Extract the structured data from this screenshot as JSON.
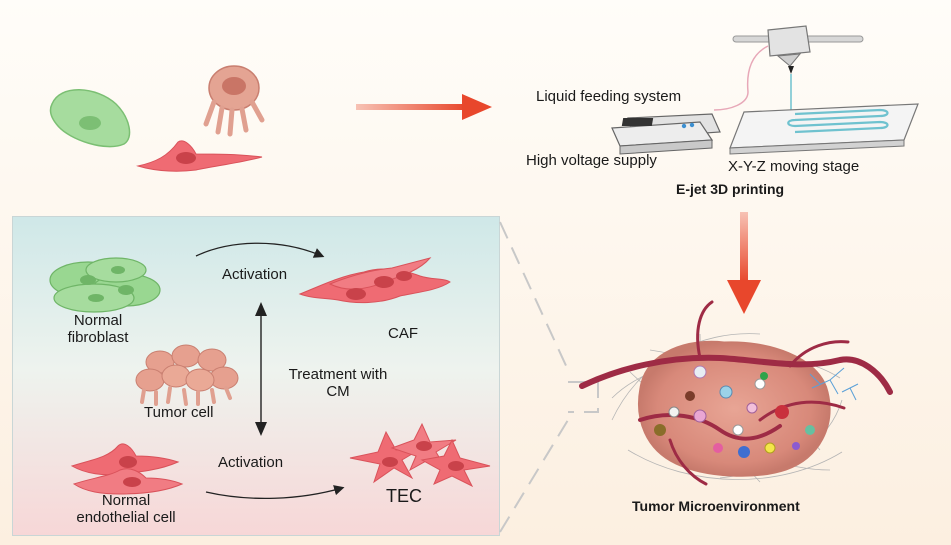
{
  "printer": {
    "liquid_feeding": "Liquid feeding system",
    "high_voltage": "High voltage supply",
    "stage": "X-Y-Z moving stage",
    "title": "E-jet 3D printing"
  },
  "panel": {
    "normal_fibroblast": [
      "Normal",
      "fibroblast"
    ],
    "activation_top": "Activation",
    "caf": "CAF",
    "tumor_cell": "Tumor cell",
    "treatment": [
      "Treatment with",
      "CM"
    ],
    "activation_bottom": "Activation",
    "normal_endothelial": [
      "Normal",
      "endothelial cell"
    ],
    "tec": "TEC"
  },
  "tme": {
    "title": "Tumor Microenvironment"
  },
  "colors": {
    "fibroblast": "#8fd18a",
    "tumor": "#e6a08f",
    "endothelial": "#ef6b73",
    "arrow": "#e8472c"
  }
}
